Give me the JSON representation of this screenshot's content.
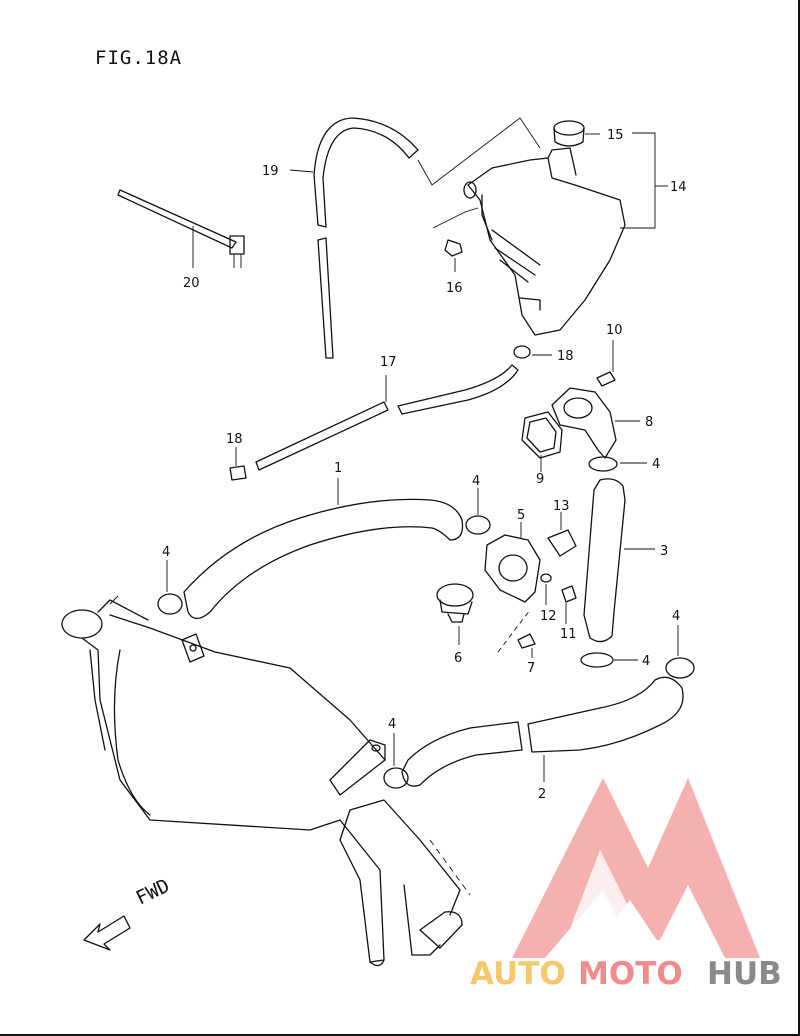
{
  "figure": {
    "title": "FIG.18A"
  },
  "direction": {
    "label": "FWD"
  },
  "callouts": {
    "c1": "1",
    "c2": "2",
    "c3": "3",
    "c4a": "4",
    "c4b": "4",
    "c4c": "4",
    "c4d": "4",
    "c4e": "4",
    "c4f": "4",
    "c5": "5",
    "c6": "6",
    "c7": "7",
    "c8": "8",
    "c9": "9",
    "c10": "10",
    "c11": "11",
    "c12": "12",
    "c13": "13",
    "c14": "14",
    "c15": "15",
    "c16": "16",
    "c17": "17",
    "c18a": "18",
    "c18b": "18",
    "c19": "19",
    "c20": "20"
  },
  "watermark": {
    "part1": "AUTO",
    "part2": "MOTO",
    "part3": "HUB",
    "color_red": "#f08c8c",
    "color_orange": "#f5c86e",
    "color_gray": "#8a8a8a"
  }
}
